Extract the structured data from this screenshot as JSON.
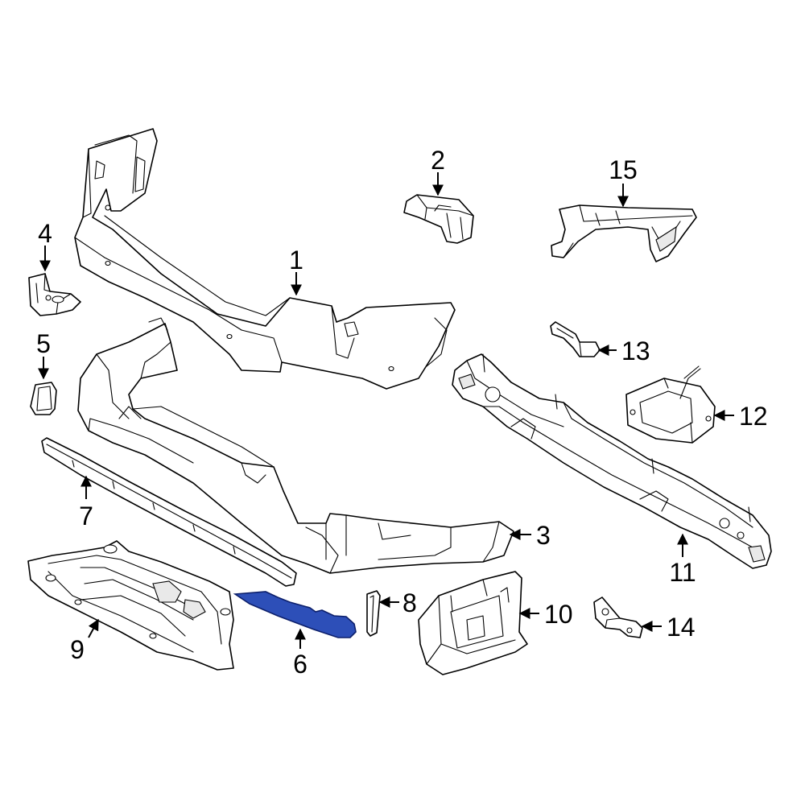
{
  "colors": {
    "highlight_fill": "#2d4fb8",
    "highlight_stroke": "#0c1f6b",
    "line": "#000000",
    "background": "#ffffff"
  },
  "callouts": {
    "c1": "1",
    "c2": "2",
    "c3": "3",
    "c4": "4",
    "c5": "5",
    "c6": "6",
    "c7": "7",
    "c8": "8",
    "c9": "9",
    "c10": "10",
    "c11": "11",
    "c12": "12",
    "c13": "13",
    "c14": "14",
    "c15": "15"
  },
  "highlighted_part": "6"
}
